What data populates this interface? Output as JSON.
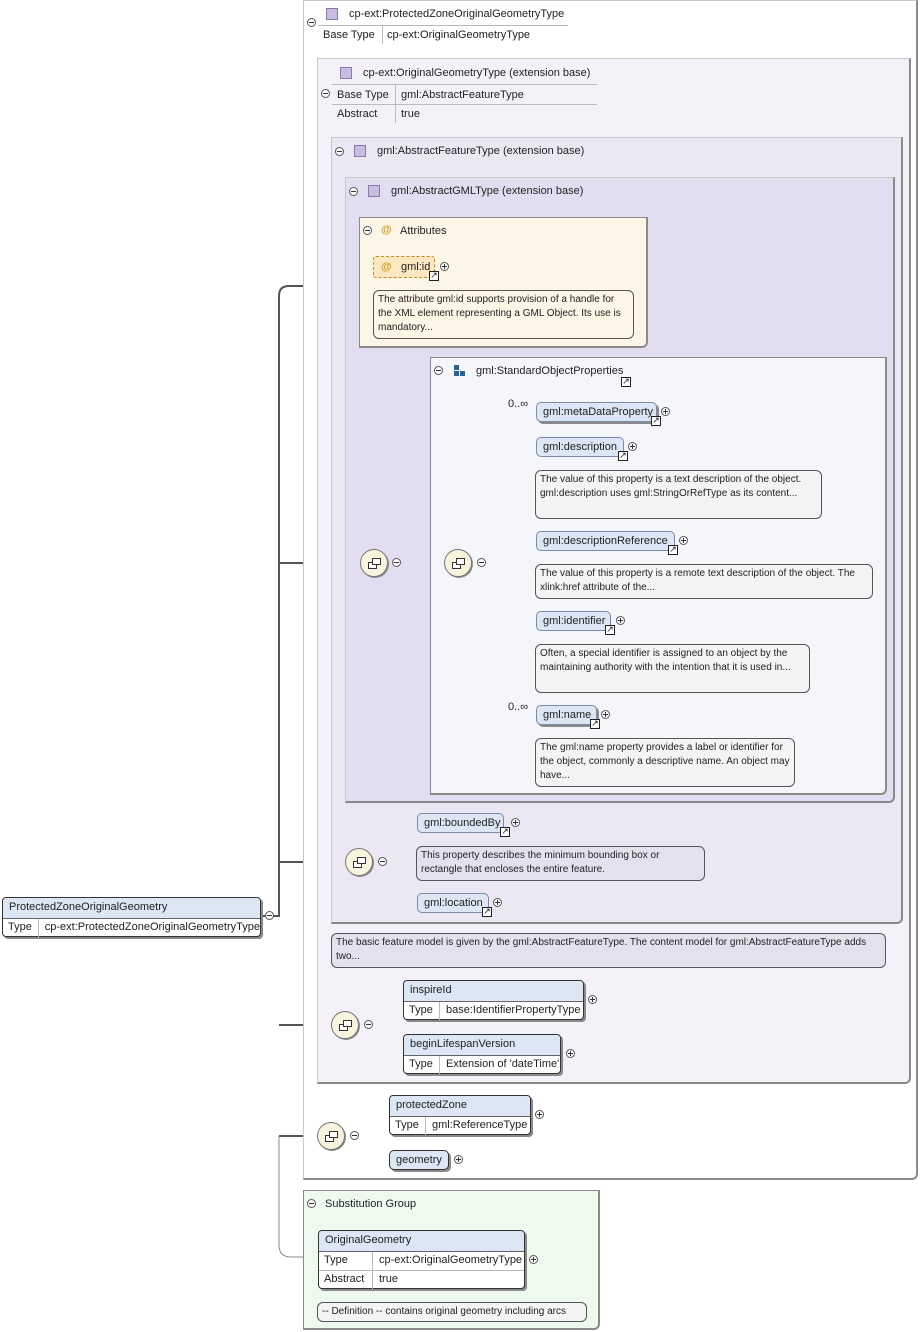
{
  "root": {
    "name": "ProtectedZoneOriginalGeometry",
    "type_label": "Type",
    "type_value": "cp-ext:ProtectedZoneOriginalGeometryType"
  },
  "outer_type": {
    "title": "cp-ext:ProtectedZoneOriginalGeometryType",
    "base_label": "Base Type",
    "base_value": "cp-ext:OriginalGeometryType"
  },
  "original_type": {
    "title": "cp-ext:OriginalGeometryType (extension base)",
    "base_label": "Base Type",
    "base_value": "gml:AbstractFeatureType",
    "abstract_label": "Abstract",
    "abstract_value": "true"
  },
  "feature_type": {
    "title": "gml:AbstractFeatureType (extension base)",
    "note": "The basic feature model is given by the gml:AbstractFeatureType. The content model for gml:AbstractFeatureType adds two..."
  },
  "gml_type": {
    "title": "gml:AbstractGMLType (extension base)"
  },
  "attributes": {
    "title": "Attributes",
    "id_label": "gml:id",
    "id_note": "The attribute gml:id supports provision of a handle for the XML element representing a GML Object. Its use is mandatory..."
  },
  "std_props": {
    "title": "gml:StandardObjectProperties",
    "items": [
      {
        "label": "gml:metaDataProperty",
        "mult": "0..∞",
        "note": ""
      },
      {
        "label": "gml:description",
        "mult": "",
        "note": "The value of this property is a text description of the object. gml:description uses gml:StringOrRefType as its content..."
      },
      {
        "label": "gml:descriptionReference",
        "mult": "",
        "note": "The value of this property is a remote text description of the object. The xlink:href attribute of the..."
      },
      {
        "label": "gml:identifier",
        "mult": "",
        "note": "Often, a special identifier is assigned to an object by the maintaining authority with the intention that it is used in..."
      },
      {
        "label": "gml:name",
        "mult": "0..∞",
        "note": "The gml:name property provides a label or identifier for the object, commonly a descriptive name. An object may have..."
      }
    ]
  },
  "bounded": {
    "label": "gml:boundedBy",
    "note": "This property describes the minimum bounding box or rectangle that encloses the entire feature.",
    "location_label": "gml:location"
  },
  "inspire": {
    "name": "inspireId",
    "type_label": "Type",
    "type_value": "base:IdentifierPropertyType"
  },
  "lifespan": {
    "name": "beginLifespanVersion",
    "type_label": "Type",
    "type_value": "Extension of 'dateTime'"
  },
  "protected_zone": {
    "name": "protectedZone",
    "type_label": "Type",
    "type_value": "gml:ReferenceType"
  },
  "geometry": {
    "name": "geometry"
  },
  "subst": {
    "title": "Substitution Group",
    "name": "OriginalGeometry",
    "type_label": "Type",
    "type_value": "cp-ext:OriginalGeometryType",
    "abstract_label": "Abstract",
    "abstract_value": "true",
    "note": "-- Definition -- contains original geometry including arcs"
  },
  "colors": {
    "element_fill": "#dce6f4",
    "type_fill": "#ebe8f4",
    "attr_fill": "#fdf6e6",
    "subst_fill": "#eefaee",
    "compositor_fill": "#f8f3dd"
  }
}
